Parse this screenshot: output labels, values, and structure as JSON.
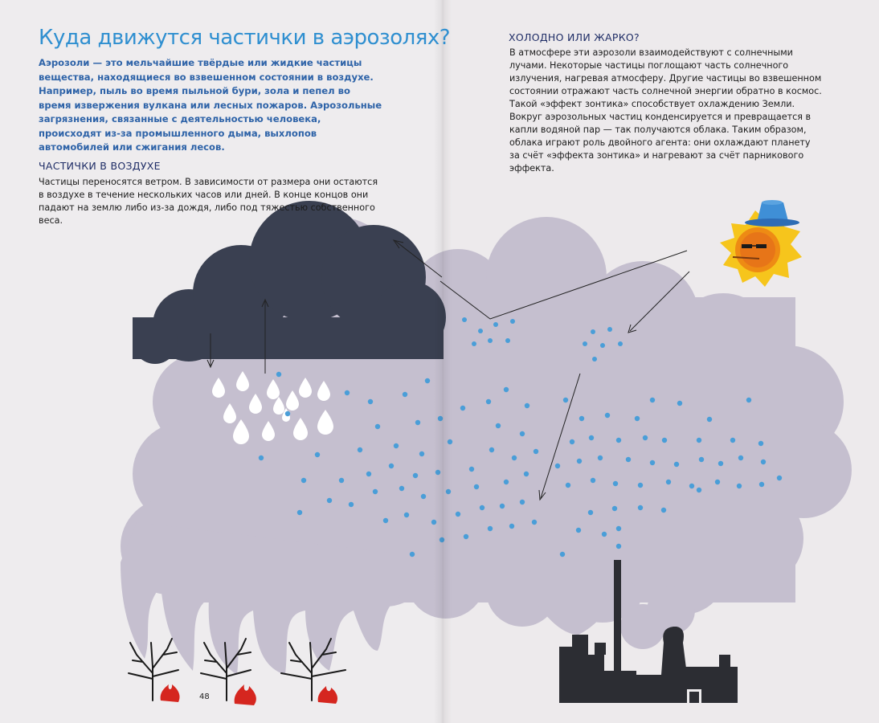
{
  "left_page": {
    "title": "Куда движутся частички в аэрозолях?",
    "intro": "Аэрозоли — это мельчайшие твёрдые или жидкие частицы вещества, находящиеся во взвешенном состоянии в воздухе. Например, пыль во время пыльной бури, зола и пепел во время извержения вулкана или лесных пожаров. Аэрозольные загрязнения, связанные с деятельностью человека, происходят из-за промышленного дыма, выхлопов автомобилей или сжигания лесов.",
    "section_heading": "ЧАСТИЧКИ В ВОЗДУХЕ",
    "section_text": "Частицы переносятся ветром. В зависимости от размера они остаются в воздухе в течение нескольких часов или дней. В конце концов они падают на землю либо из-за дождя, либо под тяжестью собственного веса.",
    "page_number": "48"
  },
  "right_page": {
    "section_heading": "ХОЛОДНО ИЛИ ЖАРКО?",
    "section_text": "В атмосфере эти аэрозоли взаимодействуют с солнечными лучами. Некоторые частицы поглощают часть солнечного излучения, нагревая атмосферу. Другие частицы во взвешенном состоянии отражают часть солнечной энергии обратно в космос. Такой «эффект зонтика» способствует охлаждению Земли. Вокруг аэрозольных частиц конденсируется и превращается в капли водяной пар — так получаются облака. Таким образом, облака играют роль двойного агента: они охлаждают планету за счёт «эффекта зонтика» и нагревают за счёт парникового эффекта."
  },
  "colors": {
    "title": "#2f8fd0",
    "intro": "#2e63a8",
    "heading": "#1f2d66",
    "smoke": "#c5bfcf",
    "rain_cloud": "#3a4051",
    "particles": "#4a9ed8",
    "sun": "#f6c51c",
    "factory": "#2c2d33",
    "fire": "#d5261f"
  },
  "icons": [
    "rain-cloud",
    "smoke-cloud",
    "sun-with-hat",
    "factory",
    "burning-tree"
  ]
}
